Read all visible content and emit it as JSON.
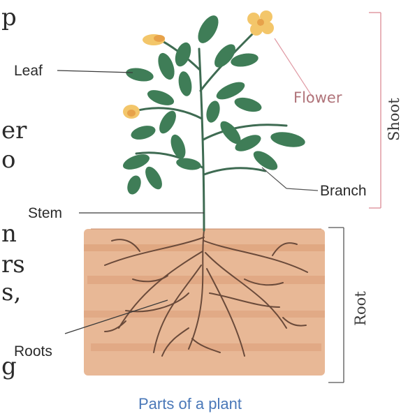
{
  "page_text_fragments": [
    "p",
    "er",
    "o",
    "n",
    "rs",
    "s,",
    "g"
  ],
  "diagram": {
    "labels": {
      "leaf": "Leaf",
      "flower": "Flower",
      "branch": "Branch",
      "stem": "Stem",
      "roots": "Roots",
      "shoot": "Shoot",
      "root": "Root"
    },
    "caption": "Parts of a plant"
  },
  "colors": {
    "soil": "#e7b592",
    "soil_stripe": "#d99a73",
    "leaf": "#3f7d57",
    "stem": "#3e6b52",
    "root_line": "#6a4a3a",
    "flower": "#f3c66a",
    "bracket": "#e09aa4",
    "caption": "#4a78b8"
  }
}
